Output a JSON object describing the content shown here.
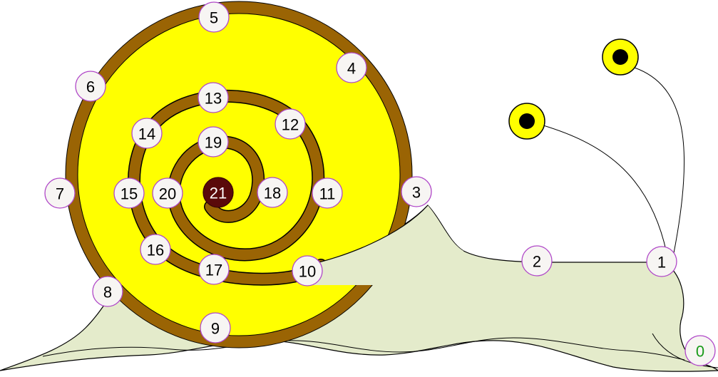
{
  "puzzle": {
    "colors": {
      "background": "#ffffff",
      "shell_fill": "#ffff00",
      "shell_stripe": "#9a6404",
      "body_fill": "#e4ebcb",
      "outline": "#000000",
      "eye_yellow": "#ffff00",
      "eye_pupil": "#000000",
      "node_fill": "#f7f5f3",
      "node_stroke": "#b048c8",
      "start_label": "#1a9b1a",
      "end_fill": "#5a0a0a"
    },
    "dots": [
      {
        "label": "0"
      },
      {
        "label": "1"
      },
      {
        "label": "2"
      },
      {
        "label": "3"
      },
      {
        "label": "4"
      },
      {
        "label": "5"
      },
      {
        "label": "6"
      },
      {
        "label": "7"
      },
      {
        "label": "8"
      },
      {
        "label": "9"
      },
      {
        "label": "10"
      },
      {
        "label": "11"
      },
      {
        "label": "12"
      },
      {
        "label": "13"
      },
      {
        "label": "14"
      },
      {
        "label": "15"
      },
      {
        "label": "16"
      },
      {
        "label": "17"
      },
      {
        "label": "18"
      },
      {
        "label": "19"
      },
      {
        "label": "20"
      },
      {
        "label": "21"
      }
    ]
  }
}
